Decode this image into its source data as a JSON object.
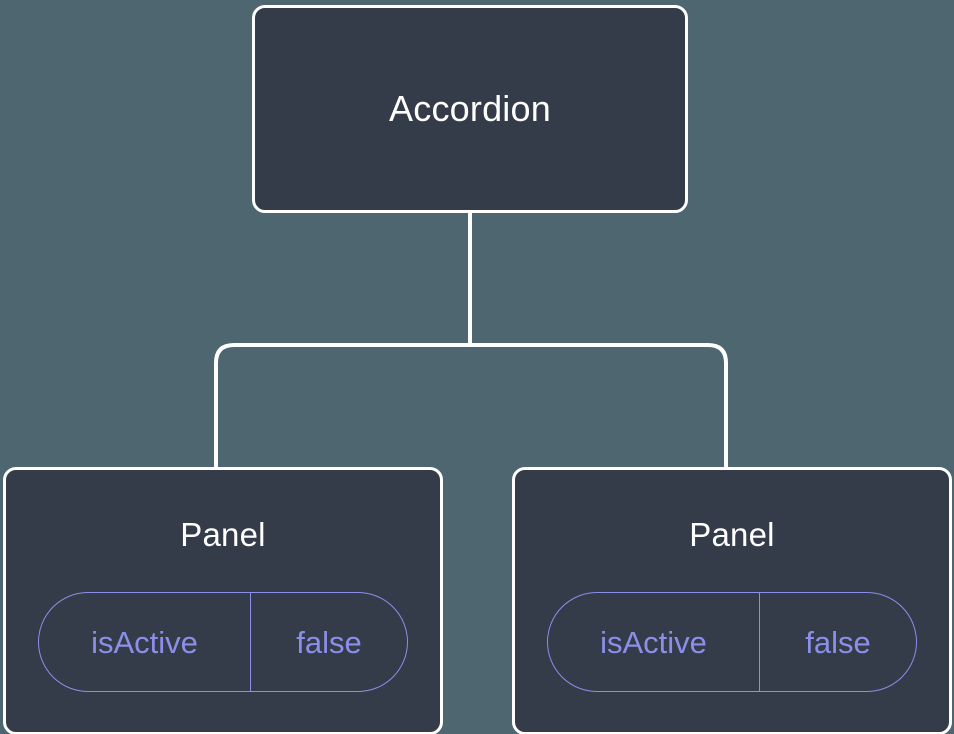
{
  "canvas": {
    "background_color": "#4d6670",
    "node_fill_color": "#343b49",
    "node_border_color": "#ffffff",
    "edge_color": "#ffffff",
    "prop_accent_color": "#8b8fea",
    "title_color": "#ffffff"
  },
  "tree": {
    "root": {
      "title": "Accordion"
    },
    "children": [
      {
        "title": "Panel",
        "prop": {
          "key": "isActive",
          "value": "false"
        }
      },
      {
        "title": "Panel",
        "prop": {
          "key": "isActive",
          "value": "false"
        }
      }
    ]
  }
}
